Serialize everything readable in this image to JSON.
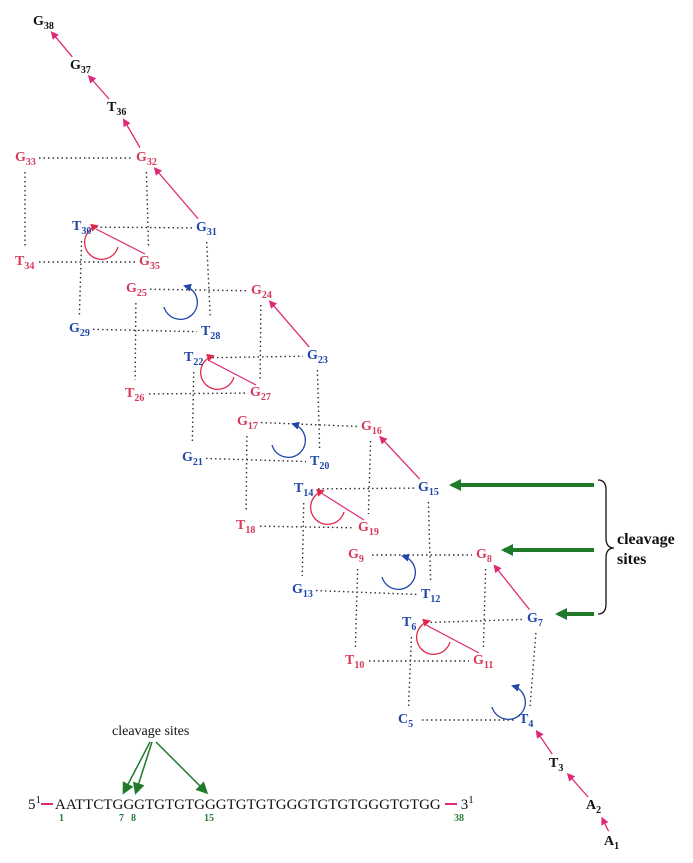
{
  "colors": {
    "black": "#111111",
    "red": "#d63a5a",
    "blue": "#1f47a8",
    "green": "#1f7a2c",
    "pink_arrow": "#e0287a"
  },
  "nucleotides": [
    {
      "id": "A1",
      "base": "A",
      "num": "1",
      "color": "black"
    },
    {
      "id": "A2",
      "base": "A",
      "num": "2",
      "color": "black"
    },
    {
      "id": "T3",
      "base": "T",
      "num": "3",
      "color": "black"
    },
    {
      "id": "T4",
      "base": "T",
      "num": "4",
      "color": "blue"
    },
    {
      "id": "C5",
      "base": "C",
      "num": "5",
      "color": "blue"
    },
    {
      "id": "T6",
      "base": "T",
      "num": "6",
      "color": "blue"
    },
    {
      "id": "G7",
      "base": "G",
      "num": "7",
      "color": "blue"
    },
    {
      "id": "G8",
      "base": "G",
      "num": "8",
      "color": "red"
    },
    {
      "id": "G9",
      "base": "G",
      "num": "9",
      "color": "red"
    },
    {
      "id": "T10",
      "base": "T",
      "num": "10",
      "color": "red"
    },
    {
      "id": "G11",
      "base": "G",
      "num": "11",
      "color": "red"
    },
    {
      "id": "T12",
      "base": "T",
      "num": "12",
      "color": "blue"
    },
    {
      "id": "G13",
      "base": "G",
      "num": "13",
      "color": "blue"
    },
    {
      "id": "T14",
      "base": "T",
      "num": "14",
      "color": "blue"
    },
    {
      "id": "G15",
      "base": "G",
      "num": "15",
      "color": "blue"
    },
    {
      "id": "G16",
      "base": "G",
      "num": "16",
      "color": "red"
    },
    {
      "id": "G17",
      "base": "G",
      "num": "17",
      "color": "red"
    },
    {
      "id": "T18",
      "base": "T",
      "num": "18",
      "color": "red"
    },
    {
      "id": "G19",
      "base": "G",
      "num": "19",
      "color": "red"
    },
    {
      "id": "T20",
      "base": "T",
      "num": "20",
      "color": "blue"
    },
    {
      "id": "G21",
      "base": "G",
      "num": "21",
      "color": "blue"
    },
    {
      "id": "T22",
      "base": "T",
      "num": "22",
      "color": "blue"
    },
    {
      "id": "G23",
      "base": "G",
      "num": "23",
      "color": "blue"
    },
    {
      "id": "G24",
      "base": "G",
      "num": "24",
      "color": "red"
    },
    {
      "id": "G25",
      "base": "G",
      "num": "25",
      "color": "red"
    },
    {
      "id": "T26",
      "base": "T",
      "num": "26",
      "color": "red"
    },
    {
      "id": "G27",
      "base": "G",
      "num": "27",
      "color": "red"
    },
    {
      "id": "T28",
      "base": "T",
      "num": "28",
      "color": "blue"
    },
    {
      "id": "G29",
      "base": "G",
      "num": "29",
      "color": "blue"
    },
    {
      "id": "T30",
      "base": "T",
      "num": "30",
      "color": "blue"
    },
    {
      "id": "G31",
      "base": "G",
      "num": "31",
      "color": "blue"
    },
    {
      "id": "G32",
      "base": "G",
      "num": "32",
      "color": "red"
    },
    {
      "id": "G33",
      "base": "G",
      "num": "33",
      "color": "red"
    },
    {
      "id": "T34",
      "base": "T",
      "num": "34",
      "color": "red"
    },
    {
      "id": "G35",
      "base": "G",
      "num": "35",
      "color": "red"
    },
    {
      "id": "T36",
      "base": "T",
      "num": "36",
      "color": "black"
    },
    {
      "id": "G37",
      "base": "G",
      "num": "37",
      "color": "black"
    },
    {
      "id": "G38",
      "base": "G",
      "num": "38",
      "color": "black"
    }
  ],
  "right_label": {
    "line1": "cleavage",
    "line2": "sites"
  },
  "sequence": {
    "five_prime": "5",
    "prime_mark": "1",
    "body": "AATTCTGGGTGTGTGGGTGTGTGGGTGTGTGGGTGTGG",
    "three_prime": "3",
    "top_label": "cleavage sites",
    "position_labels": [
      "1",
      "7",
      "8",
      "15",
      "38"
    ]
  }
}
